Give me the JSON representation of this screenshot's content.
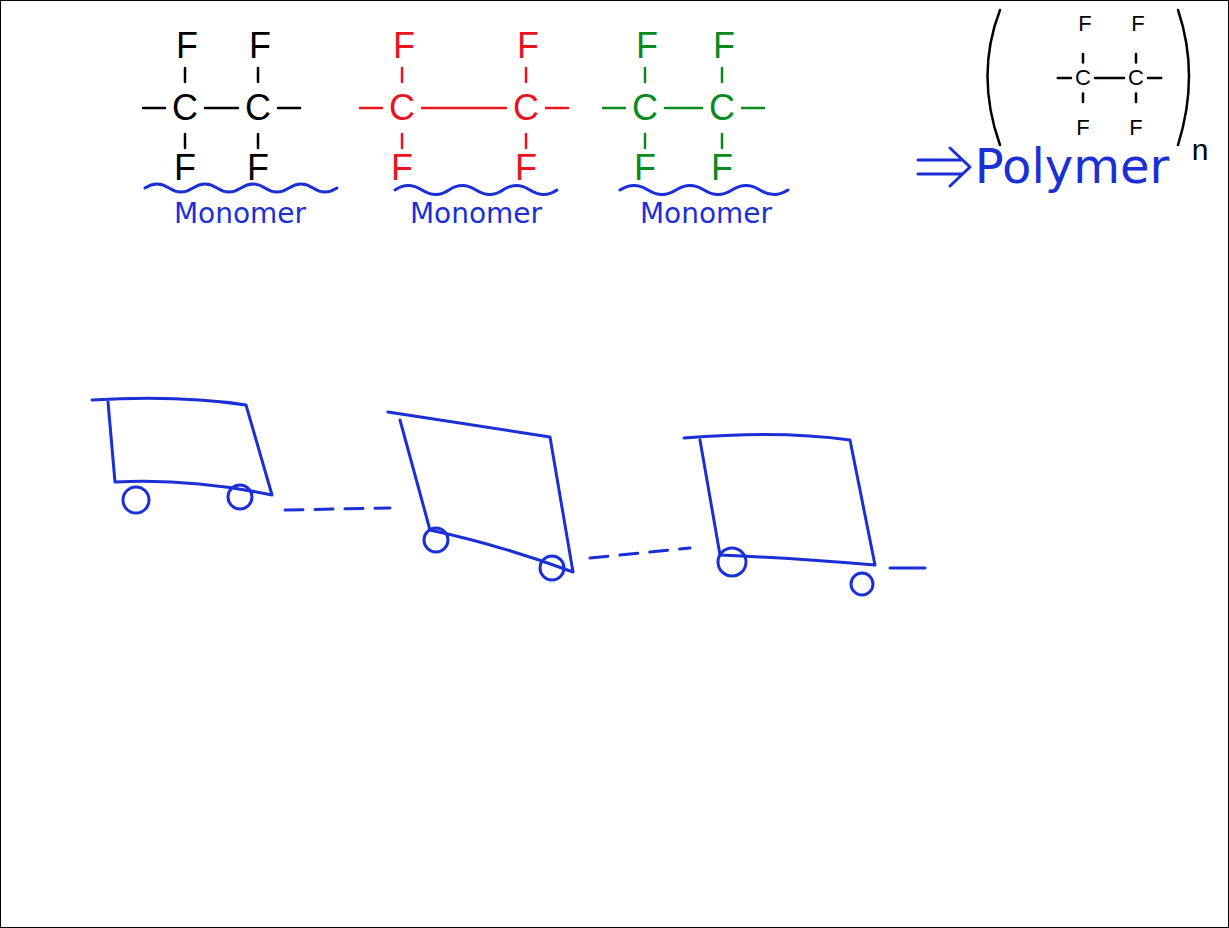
{
  "diagram": {
    "labels": [
      "F",
      "F",
      "C",
      "C",
      "F",
      "F",
      "F",
      "F",
      "C",
      "C",
      "F",
      "F",
      "F",
      "F",
      "C",
      "C",
      "F",
      "F",
      "F",
      "F",
      "C",
      "C",
      "F",
      "F",
      "n",
      "Monomer",
      "Monomer",
      "Monomer",
      "Polymer"
    ]
  }
}
